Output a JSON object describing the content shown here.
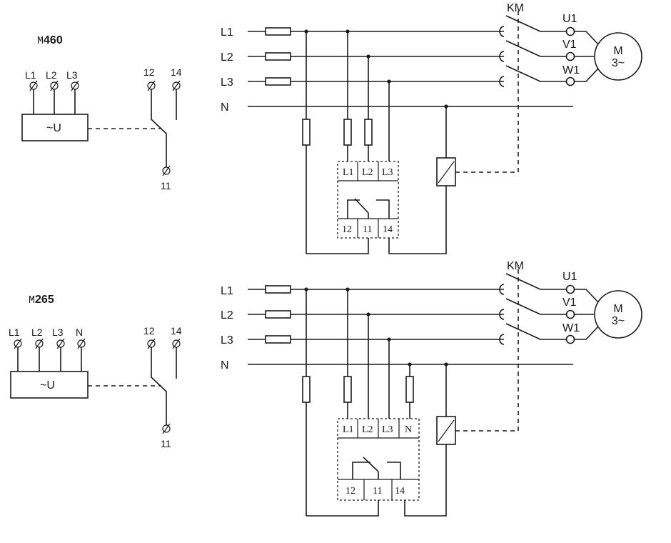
{
  "diagrams": [
    {
      "model_prefix": "M",
      "model_number": "460",
      "module_terminals": [
        "L1",
        "L2",
        "L3"
      ],
      "supply_symbol": "~U",
      "contacts": {
        "nc": "12",
        "no": "14",
        "common": "11"
      },
      "lines": [
        "L1",
        "L2",
        "L3",
        "N"
      ],
      "contactor": "KM",
      "motor_terminals": [
        "U1",
        "V1",
        "W1"
      ],
      "motor": {
        "letter": "M",
        "type": "3~"
      },
      "relay_inputs": [
        "L1",
        "L2",
        "L3"
      ],
      "relay_outputs": [
        "12",
        "11",
        "14"
      ]
    },
    {
      "model_prefix": "M",
      "model_number": "265",
      "module_terminals": [
        "L1",
        "L2",
        "L3",
        "N"
      ],
      "supply_symbol": "~U",
      "contacts": {
        "nc": "12",
        "no": "14",
        "common": "11"
      },
      "lines": [
        "L1",
        "L2",
        "L3",
        "N"
      ],
      "contactor": "KM",
      "motor_terminals": [
        "U1",
        "V1",
        "W1"
      ],
      "motor": {
        "letter": "M",
        "type": "3~"
      },
      "relay_inputs": [
        "L1",
        "L2",
        "L3",
        "N"
      ],
      "relay_outputs": [
        "12",
        "11",
        "14"
      ]
    }
  ]
}
